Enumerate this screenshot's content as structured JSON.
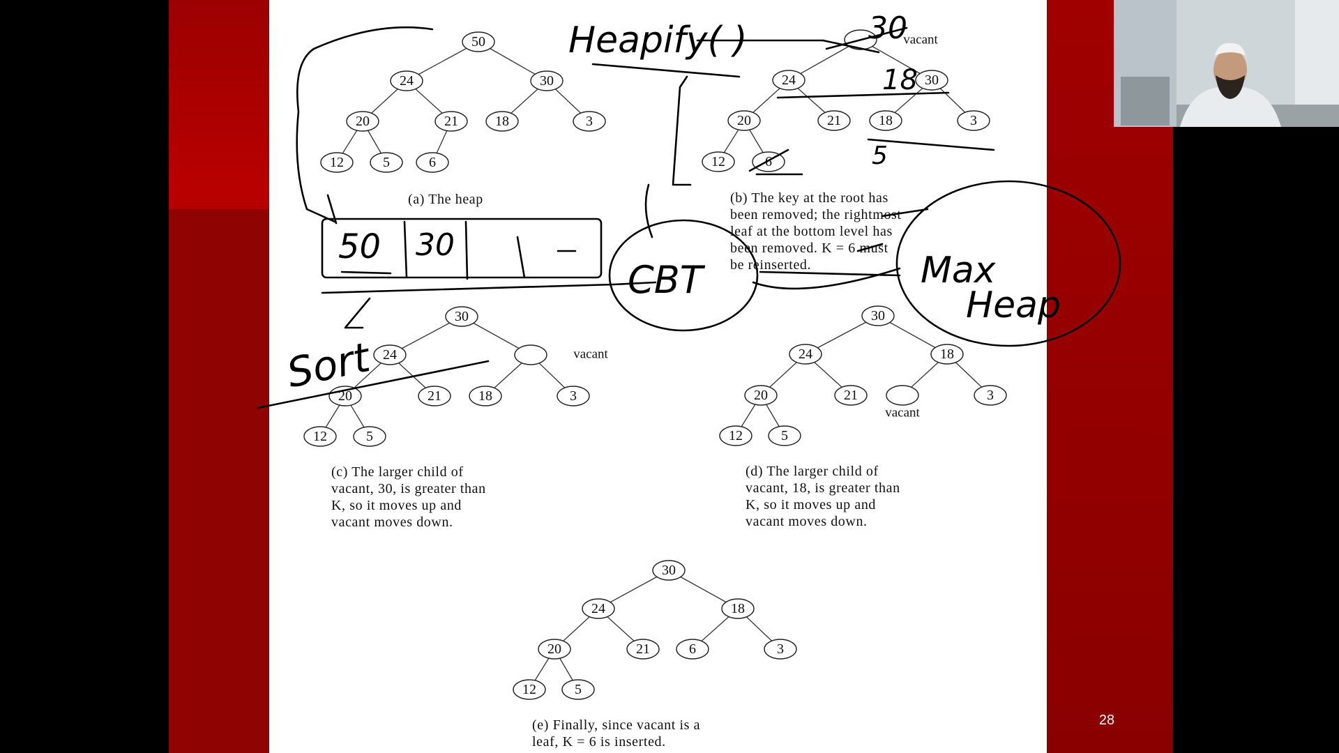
{
  "slide": {
    "page_number": "28",
    "captions": {
      "a": "(a) The heap",
      "b": [
        "(b) The key at the root has",
        "been removed; the rightmost",
        "leaf at the bottom level has",
        "been removed. K = 6 must",
        "be reinserted."
      ],
      "c": [
        "(c) The larger child of",
        "vacant, 30, is greater than",
        "K, so it moves up and",
        "vacant moves down."
      ],
      "d": [
        "(d) The larger child of",
        "vacant, 18, is greater than",
        "K, so it moves up and",
        "vacant moves down."
      ],
      "e": [
        "(e) Finally, since vacant is a",
        "leaf, K = 6 is inserted."
      ]
    },
    "vacant_label": "vacant",
    "trees": {
      "a": [
        "50",
        "24",
        "30",
        "20",
        "21",
        "18",
        "3",
        "12",
        "5",
        "6"
      ],
      "b": [
        "",
        "24",
        "30",
        "20",
        "21",
        "18",
        "3",
        "12",
        "6"
      ],
      "c": [
        "30",
        "24",
        "",
        "20",
        "21",
        "18",
        "3",
        "12",
        "5"
      ],
      "d": [
        "30",
        "24",
        "18",
        "20",
        "21",
        "",
        "3",
        "12",
        "5"
      ],
      "e": [
        "30",
        "24",
        "18",
        "20",
        "21",
        "6",
        "3",
        "12",
        "5"
      ]
    }
  },
  "annotations": {
    "heapify": "Heapify( )",
    "array_cells": [
      "50",
      "30"
    ],
    "sort": "Sort",
    "cbt": "CBT",
    "max_heap": [
      "Max",
      "Heap"
    ],
    "scribbles": [
      "30",
      "18",
      "5"
    ]
  },
  "webcam": {
    "icon": "presenter-video"
  }
}
